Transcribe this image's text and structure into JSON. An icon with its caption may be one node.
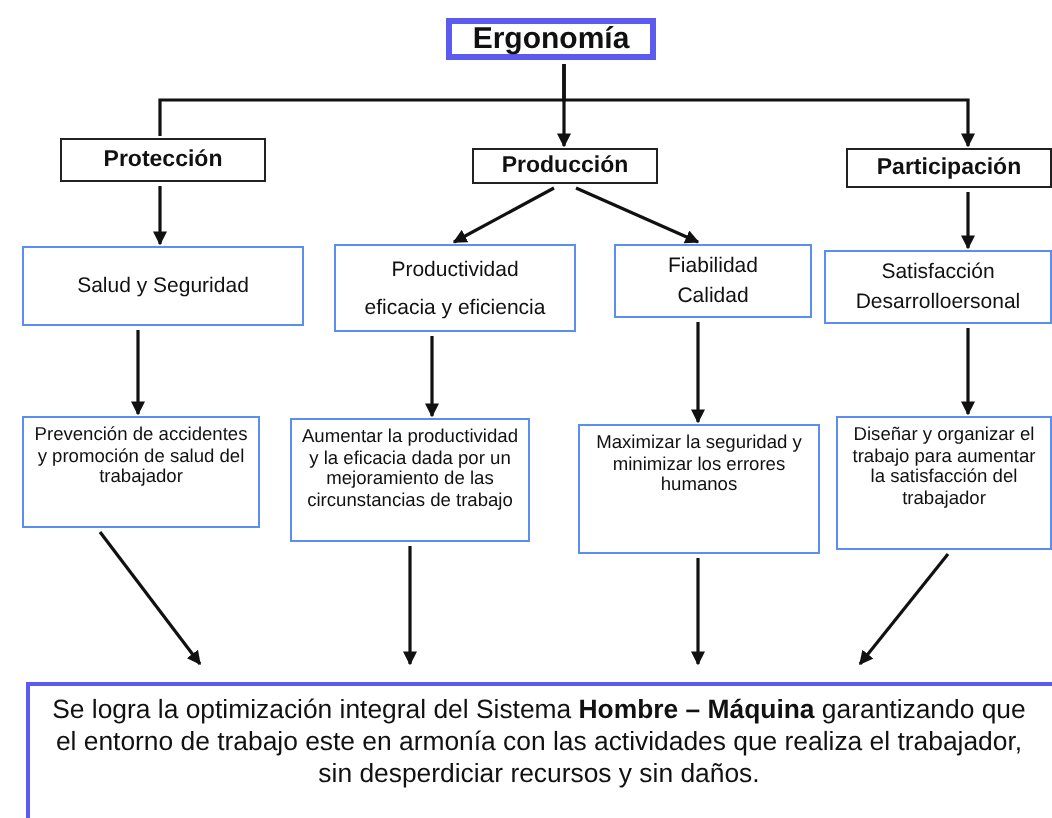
{
  "diagram": {
    "nodes": [
      {
        "text": [
          "Ergonomía"
        ]
      },
      {
        "text": [
          "Protección"
        ]
      },
      {
        "text": [
          "Producción"
        ]
      },
      {
        "text": [
          "Participación"
        ]
      },
      {
        "text": [
          "Salud y Seguridad"
        ]
      },
      {
        "text": [
          "Productividad",
          "eficacia y eficiencia"
        ]
      },
      {
        "text": [
          "Fiabilidad",
          "Calidad"
        ]
      },
      {
        "text": [
          "Satisfacción",
          "Desarrolloersonal"
        ]
      },
      {
        "text": [
          "Prevención de accidentes y promoción de salud del trabajador"
        ]
      },
      {
        "text": [
          "Aumentar la productividad y la eficacia dada por un mejoramiento de las circunstancias de trabajo"
        ]
      },
      {
        "text": [
          "Maximizar la seguridad y minimizar los errores humanos"
        ]
      },
      {
        "text": [
          "Diseñar y organizar el trabajo para aumentar la satisfacción del trabajador"
        ]
      },
      {
        "text": [
          "Se logra la optimización integral del Sistema **Hombre – Máquina** garantizando que el entorno de trabajo este en armonía con las actividades que realiza el trabajador, sin desperdiciar recursos y sin daños."
        ]
      }
    ],
    "edges": [
      {
        "from": 0,
        "to": 1,
        "arrow": "none"
      },
      {
        "from": 0,
        "to": 2,
        "arrow": "to"
      },
      {
        "from": 0,
        "to": 3,
        "arrow": "to"
      },
      {
        "from": 1,
        "to": 4,
        "arrow": "to"
      },
      {
        "from": 2,
        "to": 5,
        "arrow": "to"
      },
      {
        "from": 2,
        "to": 6,
        "arrow": "to"
      },
      {
        "from": 3,
        "to": 7,
        "arrow": "to"
      },
      {
        "from": 4,
        "to": 8,
        "arrow": "to"
      },
      {
        "from": 5,
        "to": 9,
        "arrow": "to"
      },
      {
        "from": 6,
        "to": 10,
        "arrow": "to"
      },
      {
        "from": 7,
        "to": 11,
        "arrow": "to"
      },
      {
        "from": 8,
        "to": 12,
        "arrow": "to"
      },
      {
        "from": 9,
        "to": 12,
        "arrow": "to"
      },
      {
        "from": 10,
        "to": 12,
        "arrow": "to"
      },
      {
        "from": 11,
        "to": 12,
        "arrow": "to"
      }
    ]
  }
}
